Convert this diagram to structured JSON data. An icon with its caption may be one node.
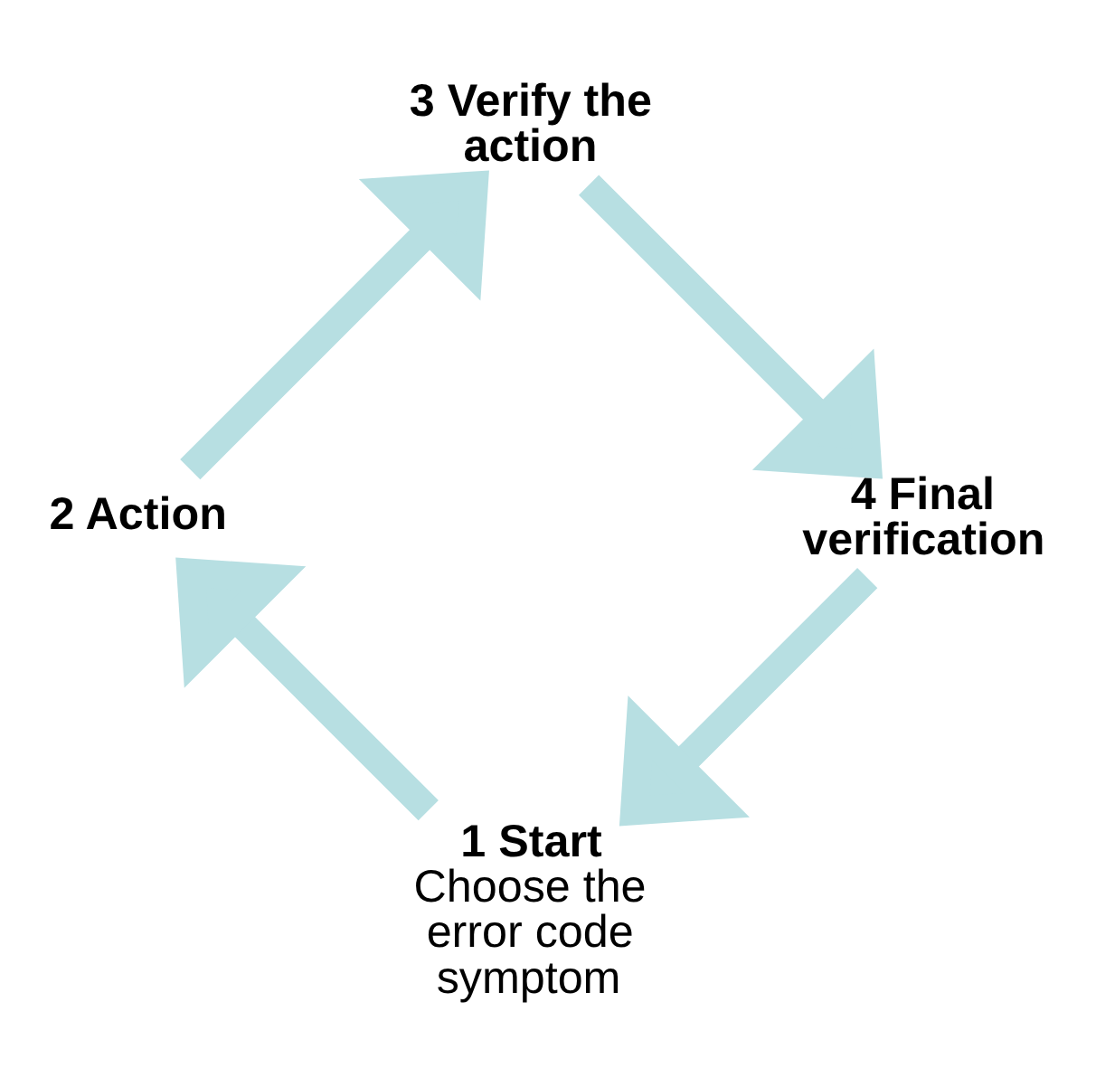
{
  "diagram": {
    "nodes": [
      {
        "text": [
          "1 Start",
          "Choose the error code symptom"
        ]
      },
      {
        "text": [
          "2 Action"
        ]
      },
      {
        "text": [
          "3 Verify the action"
        ]
      },
      {
        "text": [
          "4 Final verification"
        ]
      }
    ],
    "edges": [
      {
        "from": 0,
        "to": 1,
        "arrow": "to"
      },
      {
        "from": 1,
        "to": 2,
        "arrow": "to"
      },
      {
        "from": 2,
        "to": 3,
        "arrow": "to"
      },
      {
        "from": 3,
        "to": 0,
        "arrow": "to"
      }
    ]
  }
}
